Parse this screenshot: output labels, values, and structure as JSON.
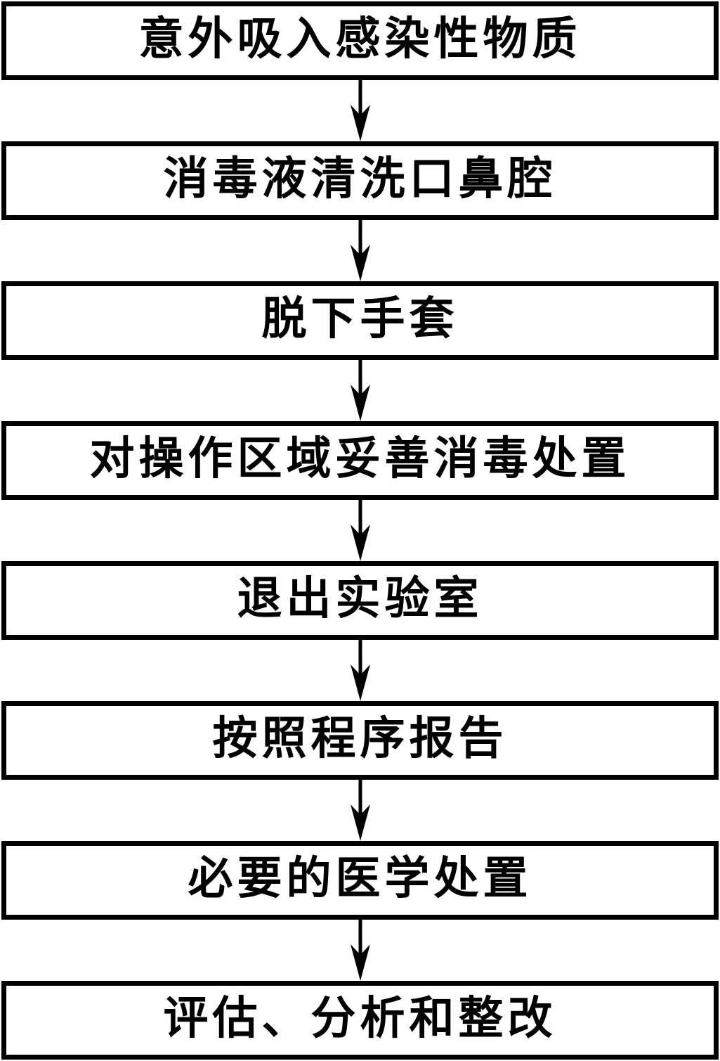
{
  "flowchart": {
    "title_semantic": "laboratory-accidental-inhalation-response-procedure",
    "background_color": "#ffffff",
    "line_color": "#000000",
    "box_fill_color": "#ffffff",
    "text_color": "#000000",
    "steps": [
      {
        "label": "意外吸入感染性物质"
      },
      {
        "label": "消毒液清洗口鼻腔"
      },
      {
        "label": "脱下手套"
      },
      {
        "label": "对操作区域妥善消毒处置"
      },
      {
        "label": "退出实验室"
      },
      {
        "label": "按照程序报告"
      },
      {
        "label": "必要的医学处置"
      },
      {
        "label": "评估、分析和整改"
      }
    ],
    "connectors": {
      "type": "arrow-down",
      "count": 7
    }
  }
}
